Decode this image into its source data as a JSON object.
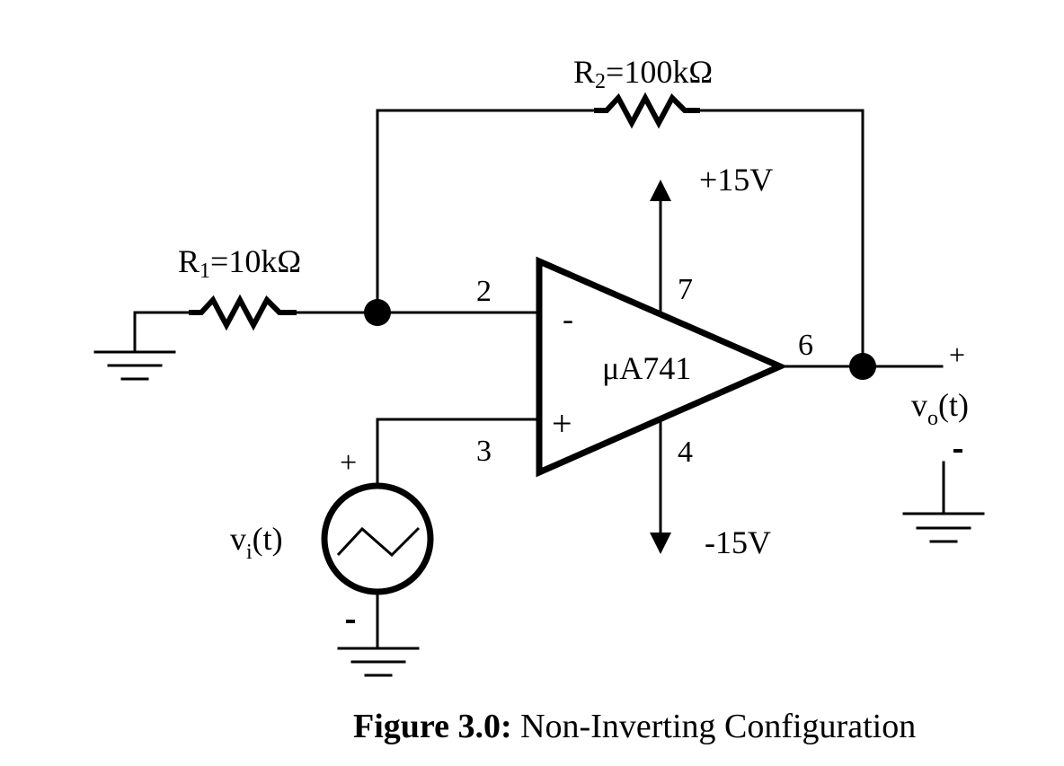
{
  "diagram": {
    "type": "circuit-schematic",
    "components": {
      "r1": {
        "label_main": "R",
        "label_sub": "1",
        "label_value": "=10kΩ"
      },
      "r2": {
        "label_main": "R",
        "label_sub": "2",
        "label_value": "=100kΩ"
      },
      "opamp": {
        "label": "μA741",
        "inverting_symbol": "-",
        "noninverting_symbol": "+",
        "pins": {
          "inverting": "2",
          "noninverting": "3",
          "vplus": "7",
          "vminus": "4",
          "output": "6"
        }
      },
      "supply_positive": {
        "label": "+15V"
      },
      "supply_negative": {
        "label": "-15V"
      },
      "source": {
        "label_main": "v",
        "label_sub": "i",
        "label_suffix": "(t)",
        "plus": "+",
        "minus": "-",
        "waveform": "triangle"
      },
      "output": {
        "label_main": "v",
        "label_sub": "o",
        "label_suffix": "(t)",
        "plus": "+",
        "minus": "-"
      }
    },
    "caption": {
      "bold": "Figure 3.0:",
      "text": " Non-Inverting Configuration"
    }
  }
}
